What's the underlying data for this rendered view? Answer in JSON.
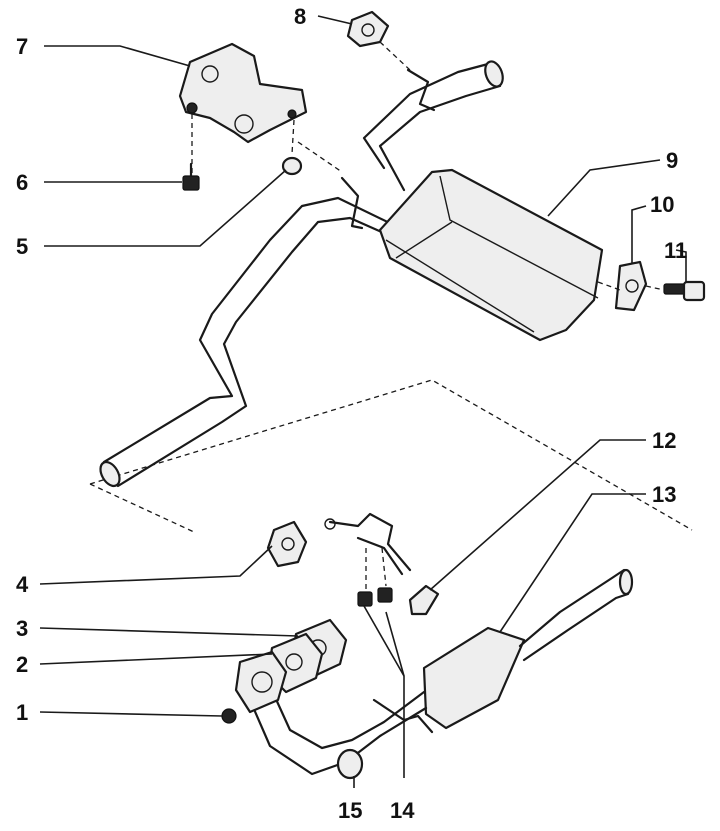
{
  "callouts": [
    {
      "id": "c1",
      "label": "1"
    },
    {
      "id": "c2",
      "label": "2"
    },
    {
      "id": "c3",
      "label": "3"
    },
    {
      "id": "c4",
      "label": "4"
    },
    {
      "id": "c5",
      "label": "5"
    },
    {
      "id": "c6",
      "label": "6"
    },
    {
      "id": "c7",
      "label": "7"
    },
    {
      "id": "c8",
      "label": "8"
    },
    {
      "id": "c9",
      "label": "9"
    },
    {
      "id": "c10",
      "label": "10"
    },
    {
      "id": "c11",
      "label": "11"
    },
    {
      "id": "c12",
      "label": "12"
    },
    {
      "id": "c13",
      "label": "13"
    },
    {
      "id": "c14",
      "label": "14"
    },
    {
      "id": "c15",
      "label": "15"
    }
  ],
  "colors": {
    "line": "#1a1a1a",
    "background": "#ffffff"
  }
}
